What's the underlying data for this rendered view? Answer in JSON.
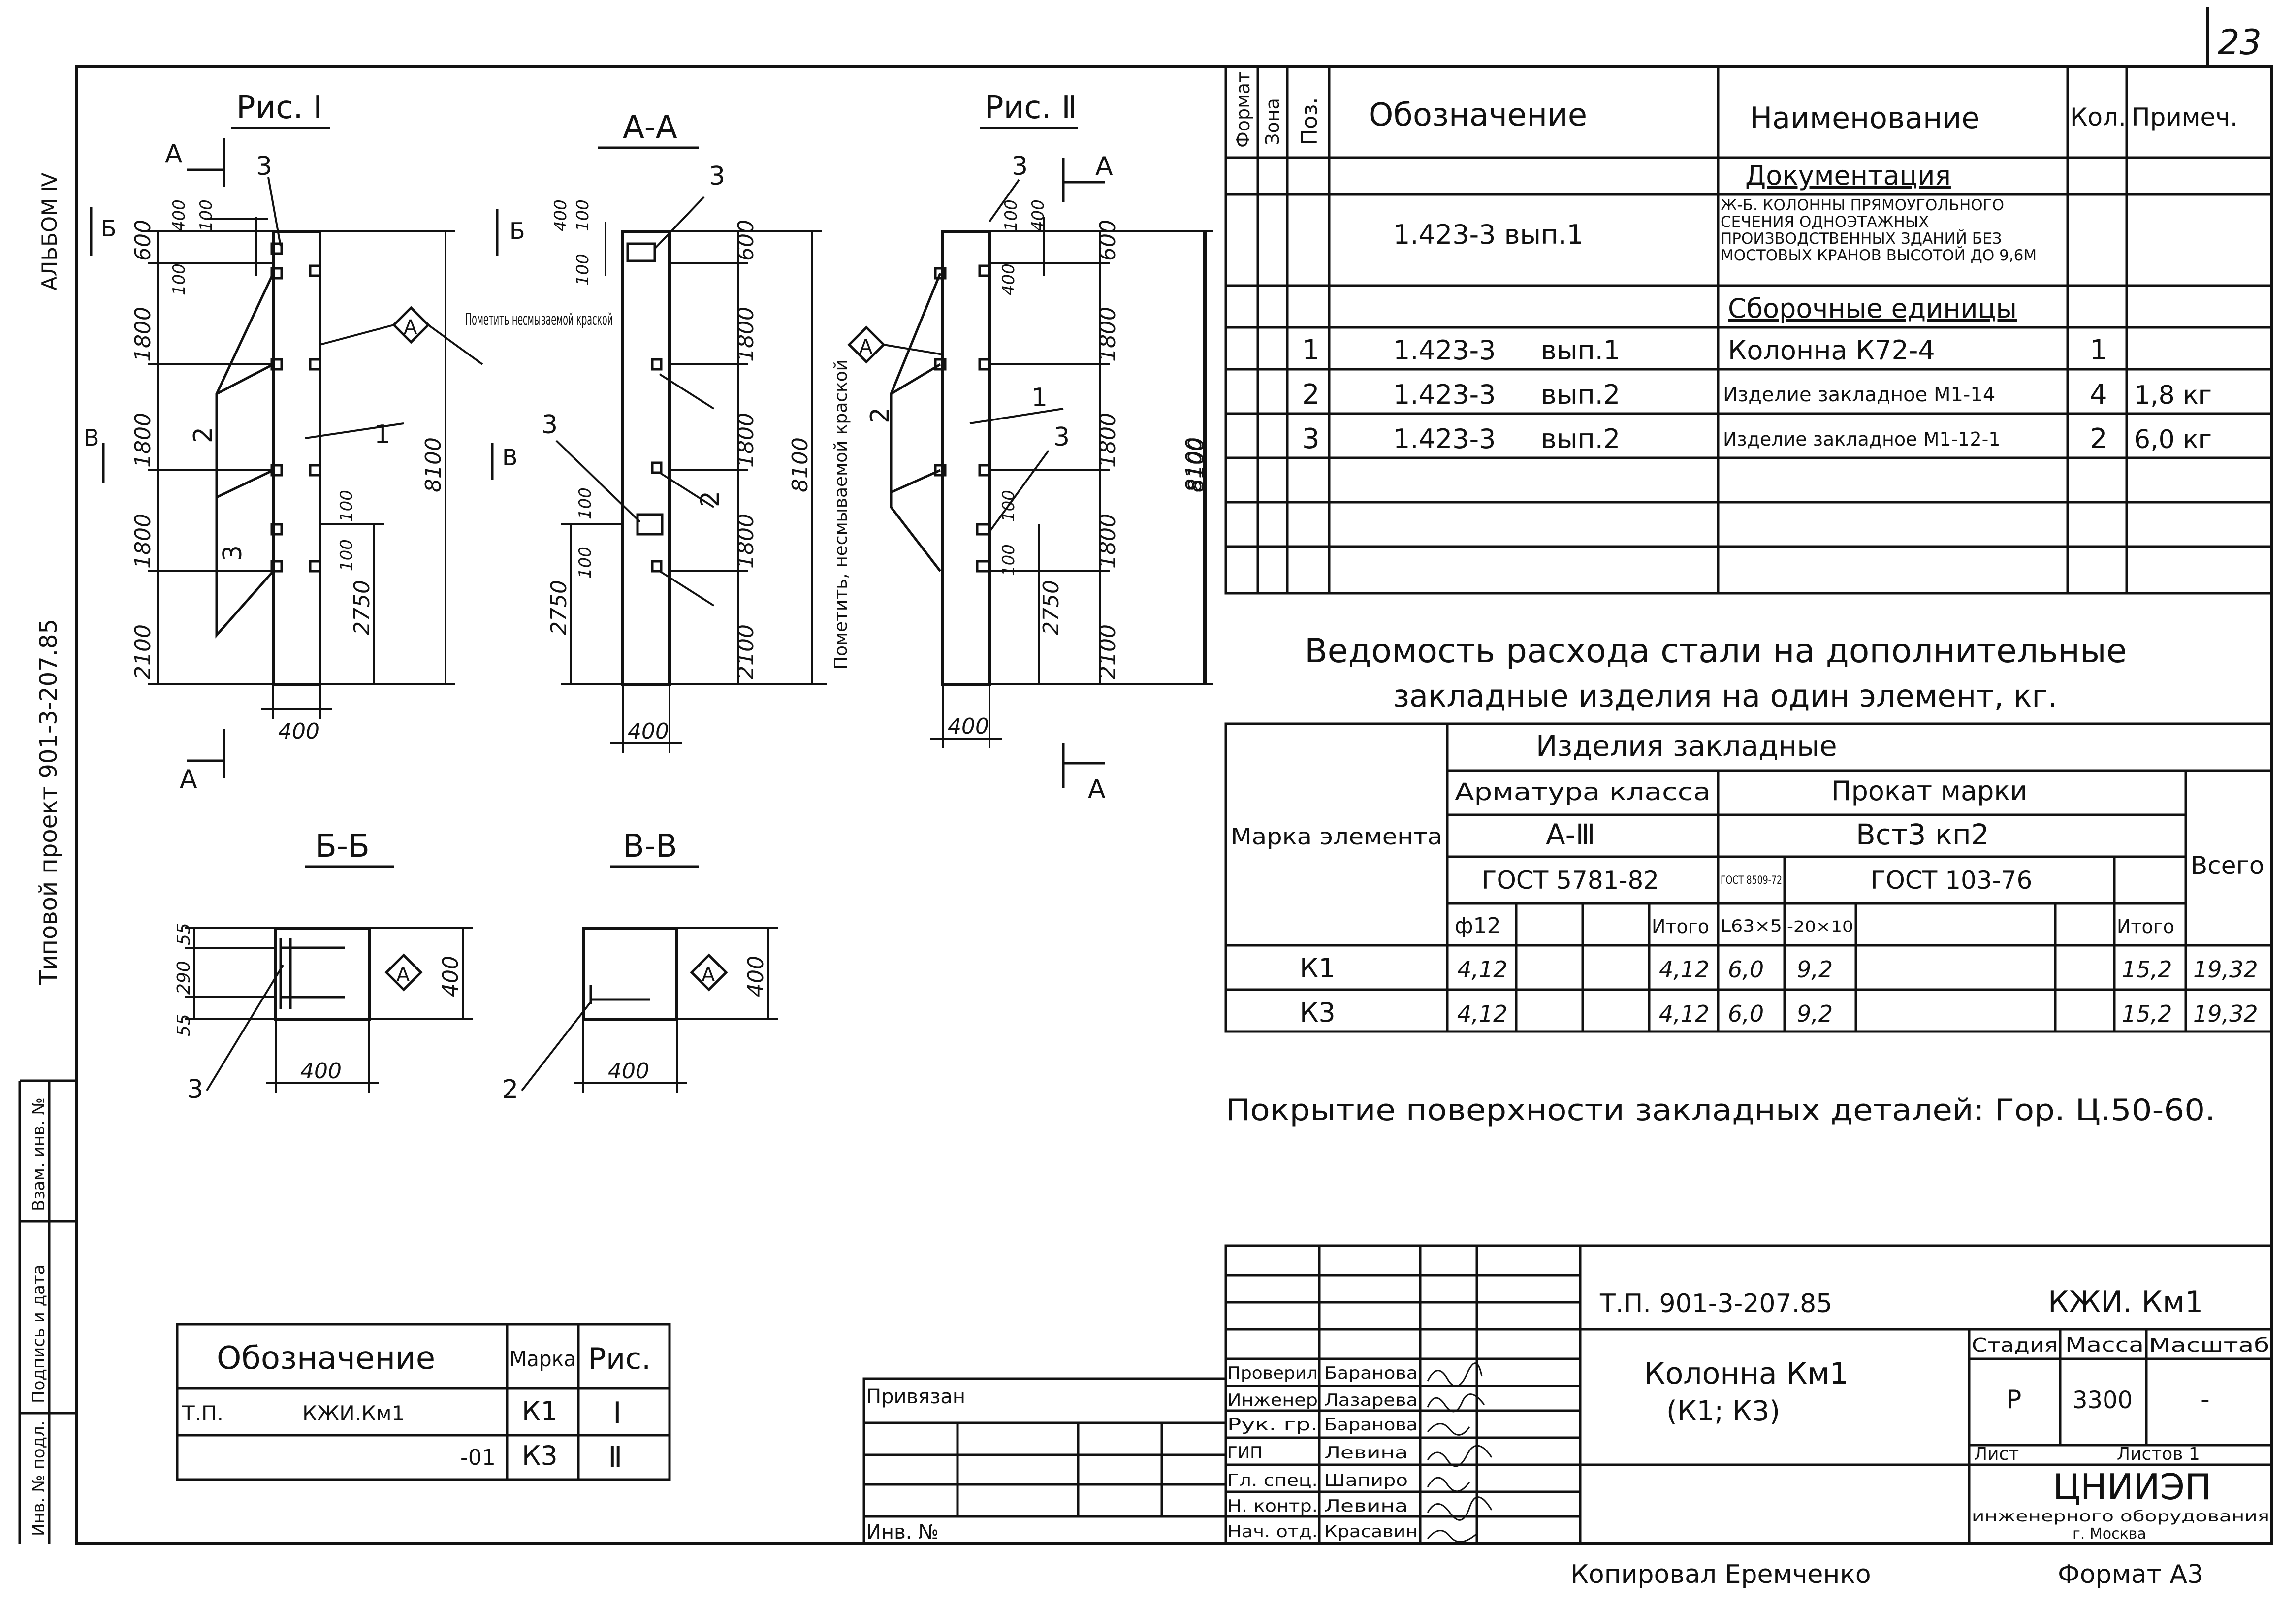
{
  "sheet_number": "23",
  "side_strip": {
    "album": "АЛЬБОМ Ⅳ",
    "project": "Типовой проект 901-3-207.85",
    "labels": [
      "Инв. № подл.",
      "Подпись и дата",
      "Взам. инв. №"
    ]
  },
  "drawings": {
    "fig1_title": "Рис. Ⅰ",
    "section_aa_title": "А-А",
    "fig2_title": "Рис. Ⅱ",
    "section_bb_title": "Б-Б",
    "section_vv_title": "В-В",
    "cut_a": "А",
    "cut_b": "Б",
    "cut_v": "В",
    "note_mark": "Пометить несмываемой краской",
    "note_mark_vertical": "Пометить, несмываемой краской",
    "callout_a": "А",
    "pos1": "1",
    "pos2": "2",
    "pos3": "3",
    "dim_400": "400",
    "dim_100": "100",
    "dim_600": "600",
    "dim_1800": "1800",
    "dim_2100": "2100",
    "dim_2750": "2750",
    "dim_8100": "8100",
    "dim_55": "55",
    "dim_290": "290"
  },
  "spec_table": {
    "headers": [
      "Формат",
      "Зона",
      "Поз.",
      "Обозначение",
      "Наименование",
      "Кол.",
      "Примеч."
    ],
    "section_docs": "Документация",
    "doc_row": {
      "designation": "1.423-3   вып.1",
      "name": "Ж-Б. колонны прямоугольного сечения одноэтажных производственных зданий без мостовых кранов высотой до 9,6м"
    },
    "section_units": "Сборочные единицы",
    "rows": [
      {
        "pos": "1",
        "designation": "1.423-3",
        "issue": "вып.1",
        "name": "Колонна  К72-4",
        "qty": "1",
        "note": ""
      },
      {
        "pos": "2",
        "designation": "1.423-3",
        "issue": "вып.2",
        "name": "Изделие закладное М1-14",
        "qty": "4",
        "note": "1,8 кг"
      },
      {
        "pos": "3",
        "designation": "1.423-3",
        "issue": "вып.2",
        "name": "Изделие закладное М1-12-1",
        "qty": "2",
        "note": "6,0 кг"
      }
    ]
  },
  "steel_table": {
    "title_line1": "Ведомость расхода стали на дополнительные",
    "title_line2": "закладные изделия на один элемент, кг.",
    "h_group": "Изделия закладные",
    "h_mark": "Марка элемента",
    "h_rebar": "Арматура класса",
    "h_rebar_class": "А-Ⅲ",
    "h_rebar_gost": "ГОСТ 5781-82",
    "h_rolled": "Прокат марки",
    "h_rolled_grade": "Вст3 кп2",
    "h_gost_8509": "ГОСТ 8509-72",
    "h_gost_103": "ГОСТ 103-76",
    "h_total_all": "Всего",
    "h_d12": "ф12",
    "h_itogo": "Итого",
    "h_angle": "L63×5",
    "h_strip": "-20×10",
    "rows": [
      {
        "mark": "К1",
        "d12": "4,12",
        "itogo1": "4,12",
        "angle": "6,0",
        "strip": "9,2",
        "itogo2": "15,2",
        "total": "19,32"
      },
      {
        "mark": "К3",
        "d12": "4,12",
        "itogo1": "4,12",
        "angle": "6,0",
        "strip": "9,2",
        "itogo2": "15,2",
        "total": "19,32"
      }
    ]
  },
  "coating_note": "Покрытие поверхности закладных деталей: Гор. Ц.50-60.",
  "marks_table": {
    "headers": [
      "Обозначение",
      "Марка",
      "Рис."
    ],
    "rows": [
      {
        "designation": "Т.П.            КЖИ.Км1",
        "mark": "К1",
        "fig": "Ⅰ"
      },
      {
        "designation": "-01",
        "mark": "К3",
        "fig": "Ⅱ"
      }
    ]
  },
  "binding": {
    "label": "Привязан",
    "inv": "Инв. №"
  },
  "title_block": {
    "code": "Т.П. 901-3-207.85",
    "doc": "КЖИ. Км1",
    "name_line1": "Колонна Км1",
    "name_line2": "(К1; К3)",
    "stage_h": "Стадия",
    "mass_h": "Масса",
    "scale_h": "Масштаб",
    "stage": "Р",
    "mass": "3300",
    "scale": "-",
    "sheet_h": "Лист",
    "sheets_h": "Листов 1",
    "org": "ЦНИИЭП",
    "org_line2": "инженерного оборудования",
    "org_city": "г. Москва",
    "signers": [
      {
        "role": "Проверил",
        "name": "Баранова"
      },
      {
        "role": "Инженер",
        "name": "Лазарева"
      },
      {
        "role": "Рук. гр.",
        "name": "Баранова"
      },
      {
        "role": "ГИП",
        "name": "Левина"
      },
      {
        "role": "Гл. спец.",
        "name": "Шапиро"
      },
      {
        "role": "Н. контр.",
        "name": "Левина"
      },
      {
        "role": "Нач. отд.",
        "name": "Красавин"
      }
    ]
  },
  "copied_by": "Копировал Еремченко",
  "format": "Формат А3"
}
